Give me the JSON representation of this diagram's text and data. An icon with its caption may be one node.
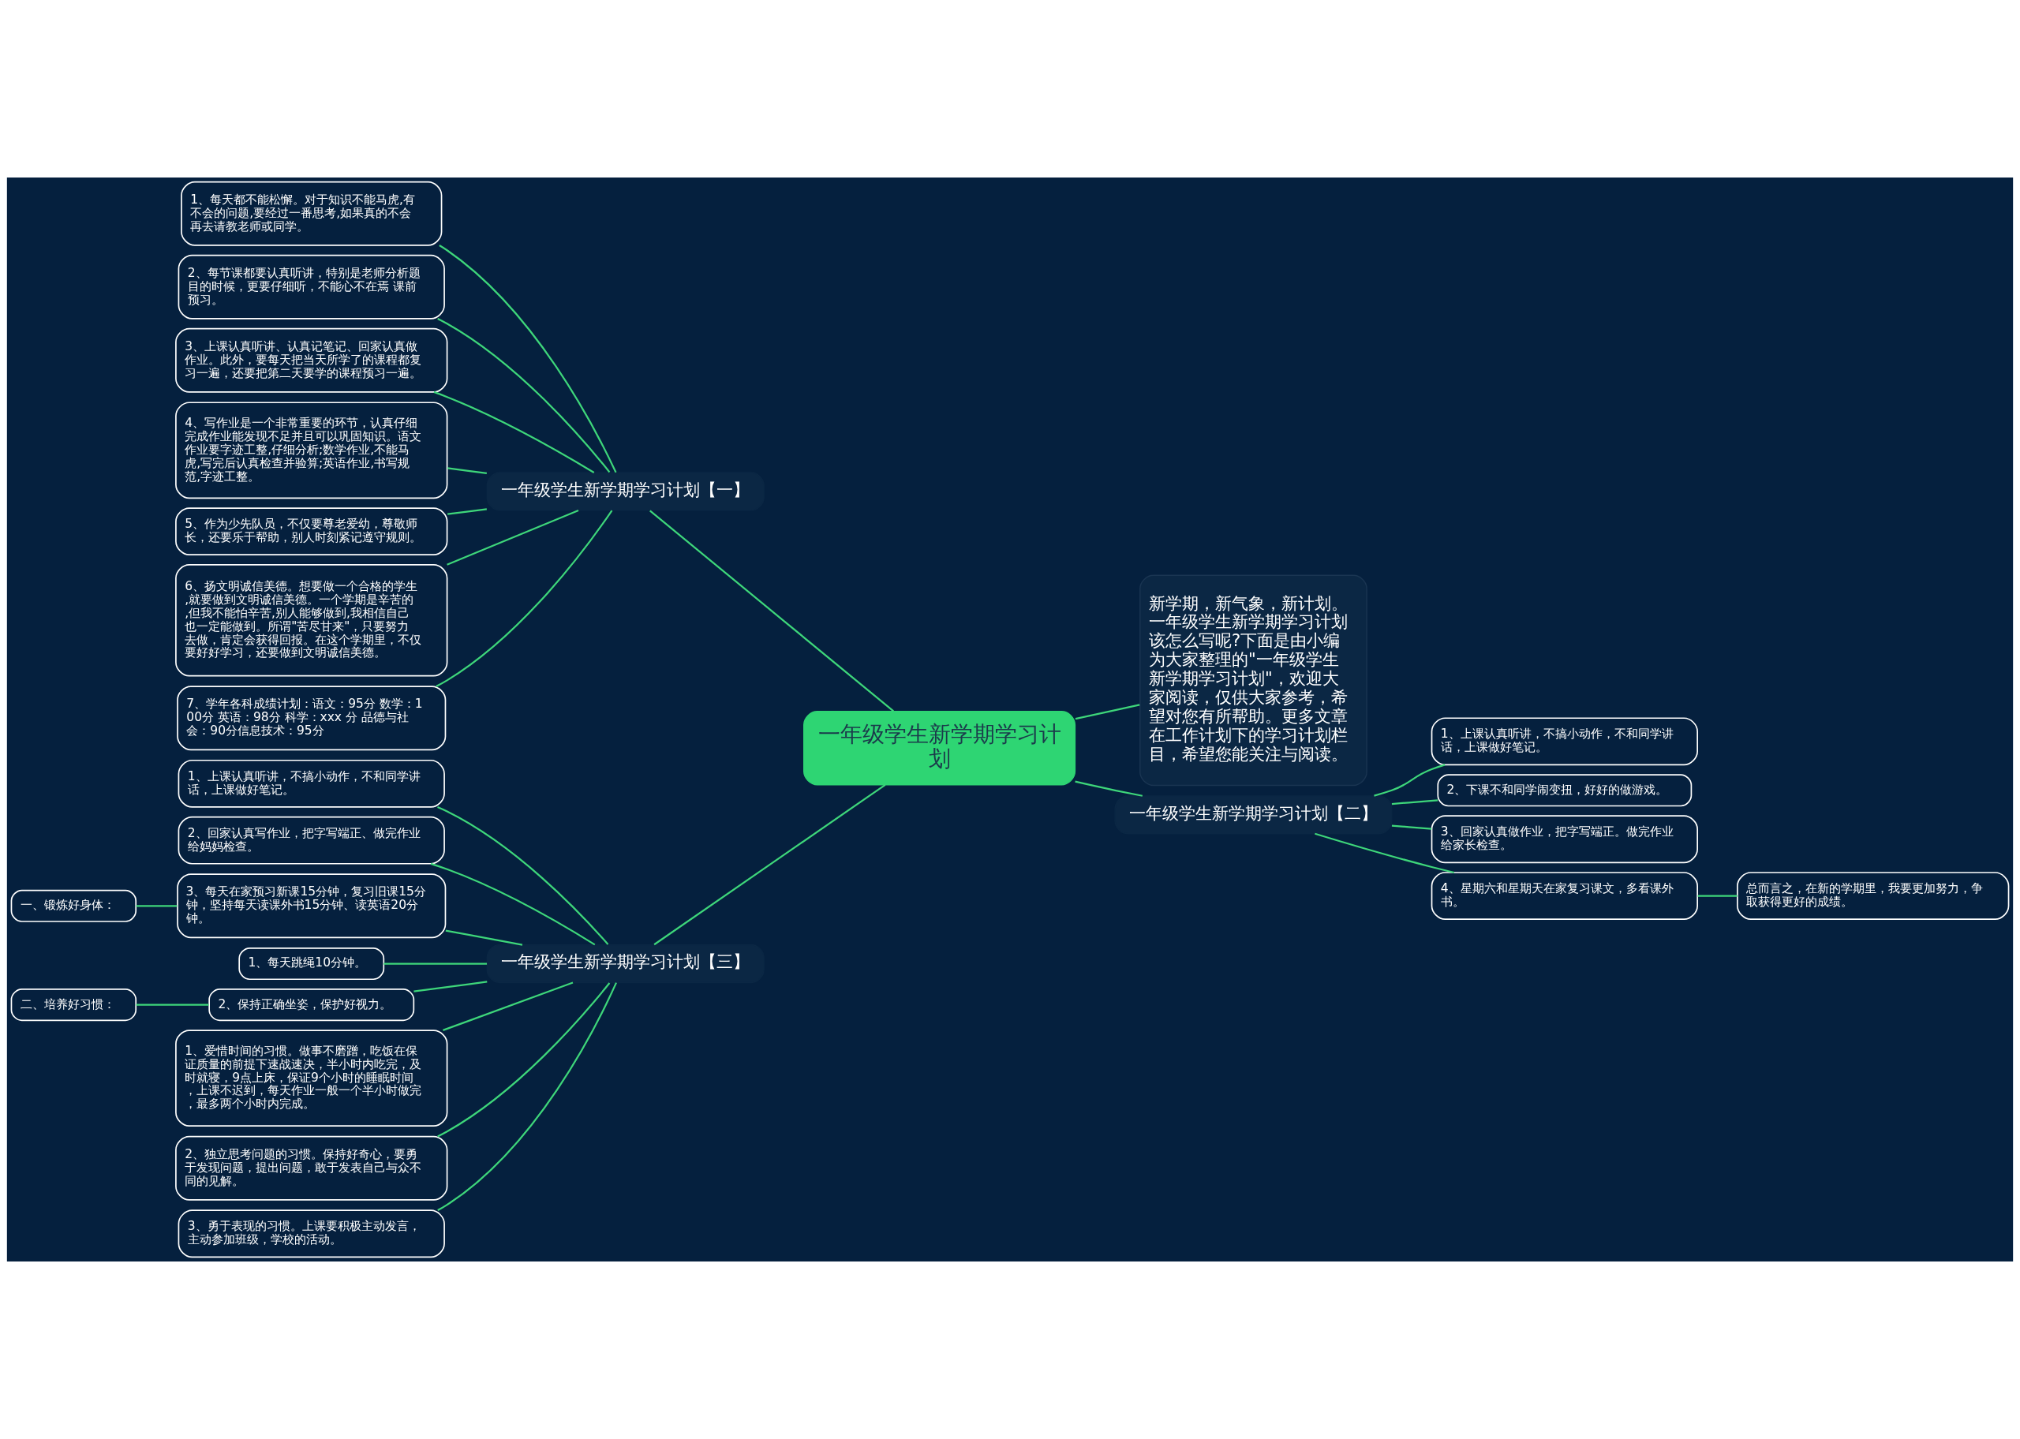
{
  "diagram": {
    "nodes": [
      {
        "text": [
          "一年级学生新学期学习计划"
        ]
      },
      {
        "text": [
          "一年级学生新学期学习计划【一】"
        ]
      },
      {
        "text": [
          "1、每天都不能松懈。对于知识不能马虎,有不会的问题,要经过一番思考,如果真的不会再去请教老师或同学。"
        ]
      },
      {
        "text": [
          "2、每节课都要认真听讲，特别是老师分析题目的时候，更要仔细听，不能心不在焉 课前预习。"
        ]
      },
      {
        "text": [
          "3、上课认真听讲、认真记笔记、回家认真做作业。此外，要每天把当天所学了的课程都复习一遍，还要把第二天要学的课程预习一遍。"
        ]
      },
      {
        "text": [
          "4、写作业是一个非常重要的环节，认真仔细完成作业能发现不足并且可以巩固知识。语文作业要字迹工整,仔细分析;数学作业,不能马虎,写完后认真检查并验算;英语作业,书写规范,字迹工整。"
        ]
      },
      {
        "text": [
          "5、作为少先队员，不仅要尊老爱幼，尊敬师长，还要乐于帮助，别人时刻紧记遵守规则。"
        ]
      },
      {
        "text": [
          "6、扬文明诚信美德。想要做一个合格的学生,就要做到文明诚信美德。一个学期是辛苦的,但我不能怕辛苦,别人能够做到,我相信自己也一定能做到。所谓\"苦尽甘来\"，只要努力去做，肯定会获得回报。在这个学期里，不仅要好好学习，还要做到文明诚信美德。"
        ]
      },
      {
        "text": [
          "7、学年各科成绩计划：语文：95分 数学：100分 英语：98分 科学：xxx 分 品德与社会：90分信息技术：95分"
        ]
      },
      {
        "text": [
          "新学期，新气象，新计划。一年级学生新学期学习计划该怎么写呢?下面是由小编为大家整理的\"一年级学生新学期学习计划\"，欢迎大家阅读，仅供大家参考，希望对您有所帮助。更多文章在工作计划下的学习计划栏目，希望您能关注与阅读。"
        ]
      },
      {
        "text": [
          "一年级学生新学期学习计划【二】"
        ]
      },
      {
        "text": [
          "1、上课认真听讲，不搞小动作，不和同学讲话，上课做好笔记。"
        ]
      },
      {
        "text": [
          "2、下课不和同学闹变扭，好好的做游戏。"
        ]
      },
      {
        "text": [
          "3、回家认真做作业，把字写端正。做完作业给家长检查。"
        ]
      },
      {
        "text": [
          "4、星期六和星期天在家复习课文，多看课外书。"
        ]
      },
      {
        "text": [
          "总而言之，在新的学期里，我要更加努力，争取获得更好的成绩。"
        ]
      },
      {
        "text": [
          "一年级学生新学期学习计划【三】"
        ]
      },
      {
        "text": [
          "1、上课认真听讲，不搞小动作，不和同学讲话，上课做好笔记。"
        ]
      },
      {
        "text": [
          "2、回家认真写作业，把字写端正、做完作业给妈妈检查。"
        ]
      },
      {
        "text": [
          "3、每天在家预习新课15分钟，复习旧课15分钟，坚持每天读课外书15分钟、读英语20分钟。"
        ]
      },
      {
        "text": [
          "一、锻炼好身体："
        ]
      },
      {
        "text": [
          "1、每天跳绳10分钟。"
        ]
      },
      {
        "text": [
          "2、保持正确坐姿，保护好视力。"
        ]
      },
      {
        "text": [
          "二、培养好习惯："
        ]
      },
      {
        "text": [
          "1、爱惜时间的习惯。做事不磨蹭，吃饭在保证质量的前提下速战速决，半小时内吃完，及时就寝，9点上床，保证9个小时的睡眠时间，上课不迟到，每天作业一般一个半小时做完，最多两个小时内完成。"
        ]
      },
      {
        "text": [
          "2、独立思考问题的习惯。保持好奇心，要勇于发现问题，提出问题，敢于发表自己与众不同的见解。"
        ]
      },
      {
        "text": [
          "3、勇于表现的习惯。上课要积极主动发言，主动参加班级，学校的活动。"
        ]
      }
    ],
    "edges": [
      {
        "from": 0,
        "to": 1,
        "arrow": "none"
      },
      {
        "from": 1,
        "to": 2,
        "arrow": "none"
      },
      {
        "from": 1,
        "to": 3,
        "arrow": "none"
      },
      {
        "from": 1,
        "to": 4,
        "arrow": "none"
      },
      {
        "from": 1,
        "to": 5,
        "arrow": "none"
      },
      {
        "from": 1,
        "to": 6,
        "arrow": "none"
      },
      {
        "from": 1,
        "to": 7,
        "arrow": "none"
      },
      {
        "from": 1,
        "to": 8,
        "arrow": "none"
      },
      {
        "from": 0,
        "to": 9,
        "arrow": "none"
      },
      {
        "from": 0,
        "to": 10,
        "arrow": "none"
      },
      {
        "from": 10,
        "to": 11,
        "arrow": "none"
      },
      {
        "from": 10,
        "to": 12,
        "arrow": "none"
      },
      {
        "from": 10,
        "to": 13,
        "arrow": "none"
      },
      {
        "from": 10,
        "to": 14,
        "arrow": "none"
      },
      {
        "from": 14,
        "to": 15,
        "arrow": "none"
      },
      {
        "from": 0,
        "to": 16,
        "arrow": "none"
      },
      {
        "from": 16,
        "to": 17,
        "arrow": "none"
      },
      {
        "from": 16,
        "to": 18,
        "arrow": "none"
      },
      {
        "from": 16,
        "to": 19,
        "arrow": "none"
      },
      {
        "from": 19,
        "to": 20,
        "arrow": "none"
      },
      {
        "from": 16,
        "to": 21,
        "arrow": "none"
      },
      {
        "from": 16,
        "to": 22,
        "arrow": "none"
      },
      {
        "from": 22,
        "to": 23,
        "arrow": "none"
      },
      {
        "from": 16,
        "to": 24,
        "arrow": "none"
      },
      {
        "from": 16,
        "to": 25,
        "arrow": "none"
      },
      {
        "from": 16,
        "to": 26,
        "arrow": "none"
      }
    ]
  }
}
